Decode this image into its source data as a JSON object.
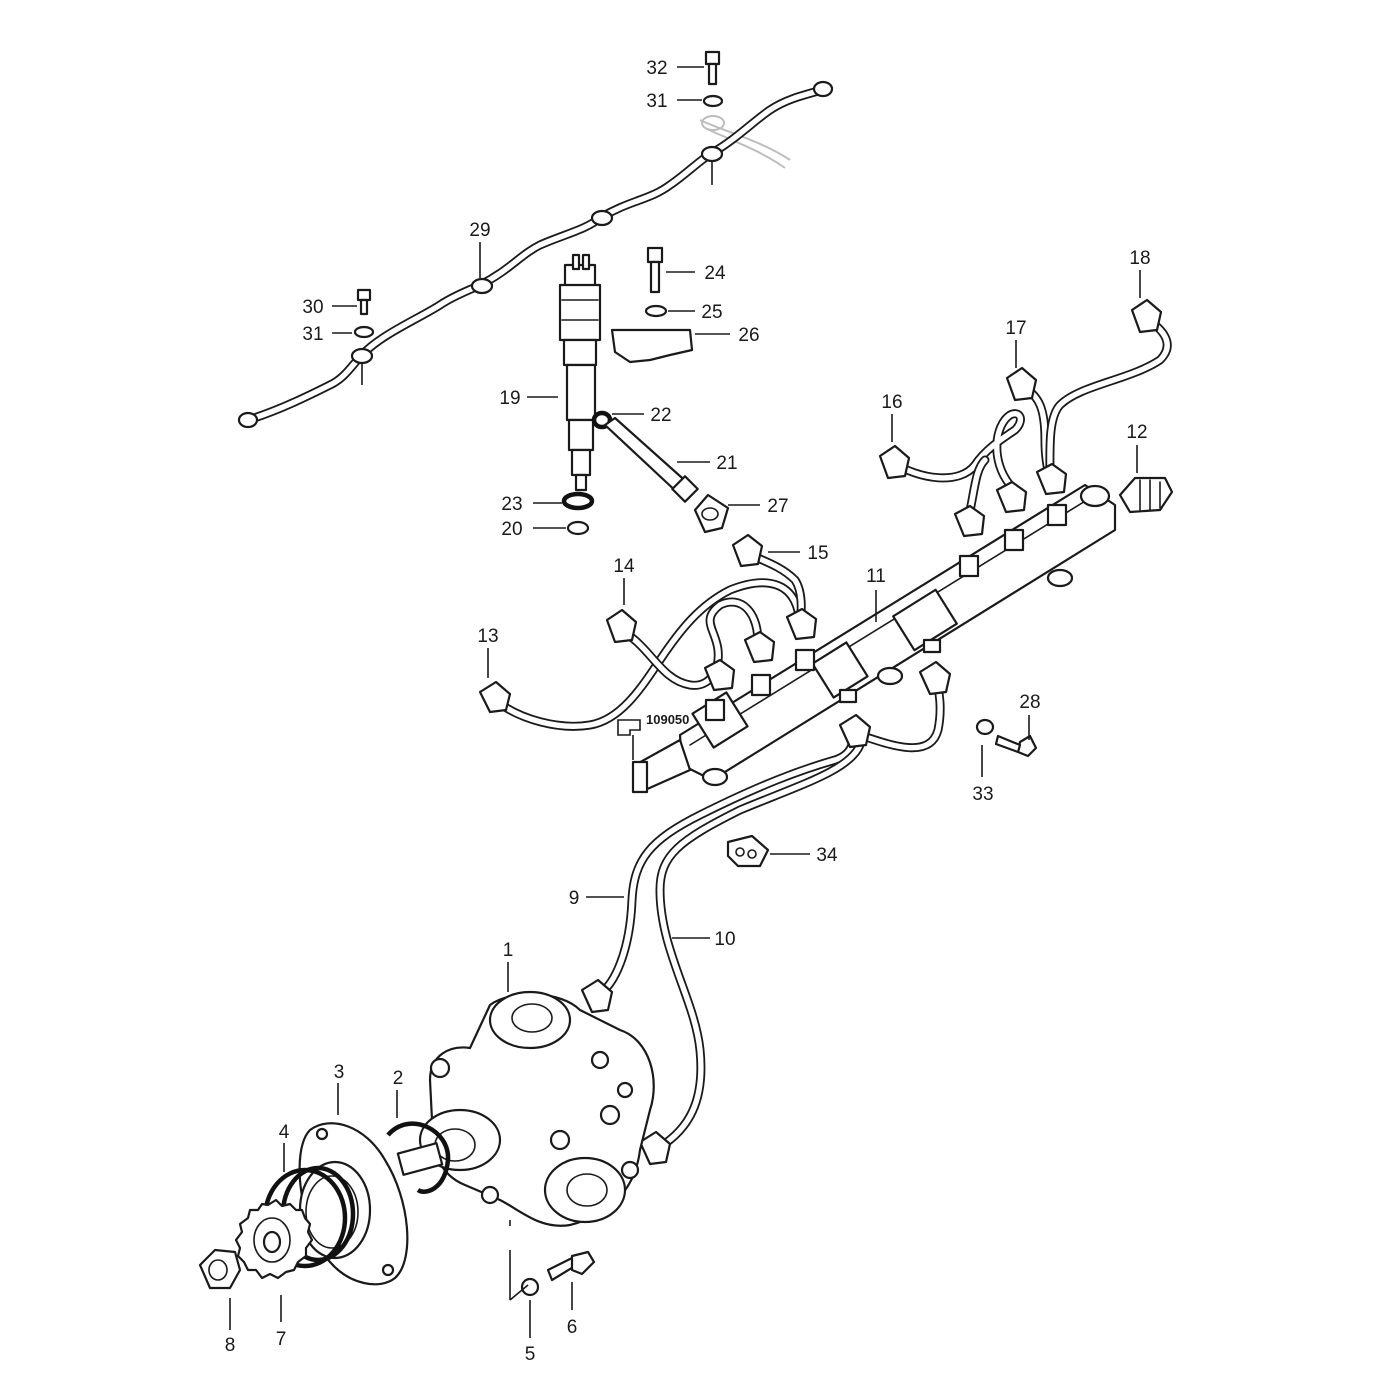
{
  "diagram": {
    "reference_code": "109050",
    "callouts": [
      {
        "label": "1"
      },
      {
        "label": "2"
      },
      {
        "label": "3"
      },
      {
        "label": "4"
      },
      {
        "label": "5"
      },
      {
        "label": "6"
      },
      {
        "label": "7"
      },
      {
        "label": "8"
      },
      {
        "label": "9"
      },
      {
        "label": "10"
      },
      {
        "label": "11"
      },
      {
        "label": "12"
      },
      {
        "label": "13"
      },
      {
        "label": "14"
      },
      {
        "label": "15"
      },
      {
        "label": "16"
      },
      {
        "label": "17"
      },
      {
        "label": "18"
      },
      {
        "label": "19"
      },
      {
        "label": "20"
      },
      {
        "label": "21"
      },
      {
        "label": "22"
      },
      {
        "label": "23"
      },
      {
        "label": "24"
      },
      {
        "label": "25"
      },
      {
        "label": "26"
      },
      {
        "label": "27"
      },
      {
        "label": "28"
      },
      {
        "label": "29"
      },
      {
        "label": "30"
      },
      {
        "label": "31"
      },
      {
        "label": "32"
      },
      {
        "label": "31"
      },
      {
        "label": "33"
      },
      {
        "label": "34"
      }
    ]
  }
}
